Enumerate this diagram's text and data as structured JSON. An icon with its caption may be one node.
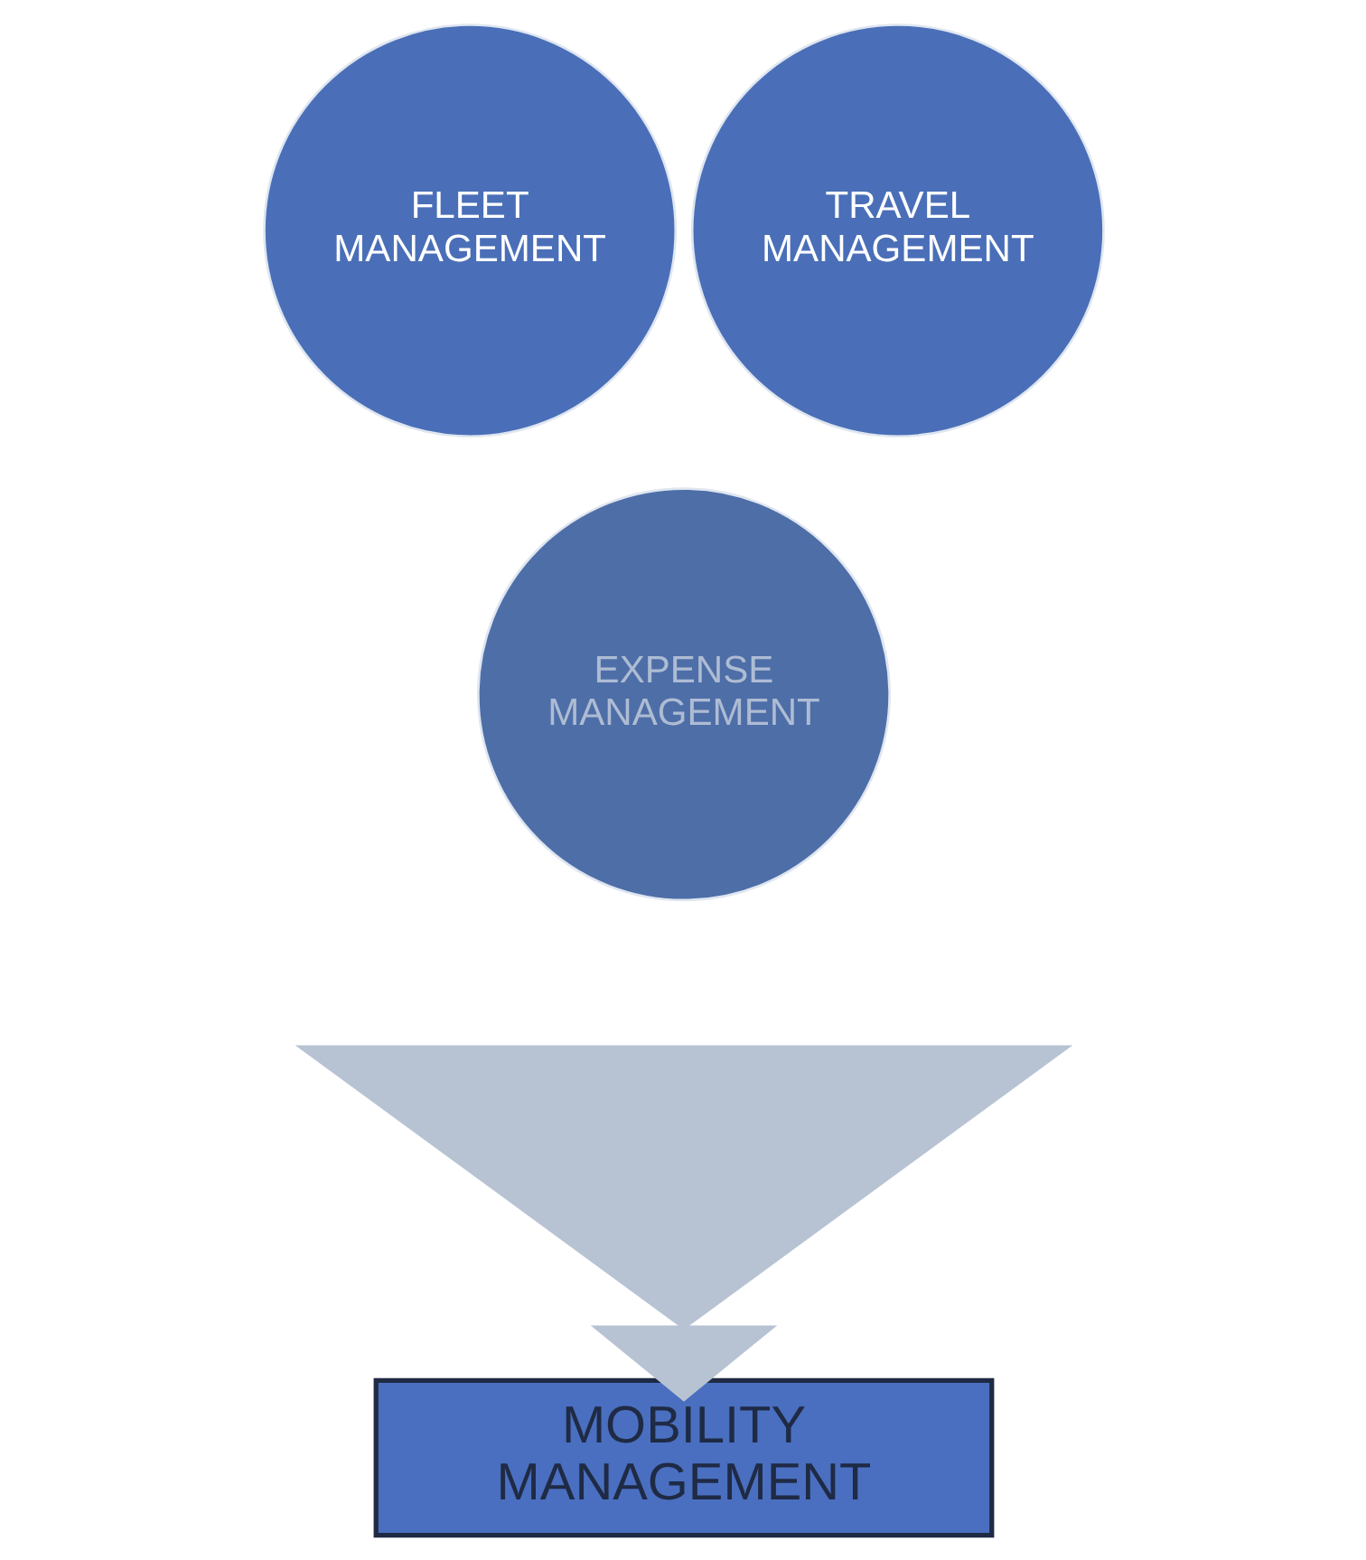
{
  "diagram": {
    "nodes": [
      {
        "text": [
          "FLEET MANAGEMENT"
        ]
      },
      {
        "text": [
          "TRAVEL MANAGEMENT"
        ]
      },
      {
        "text": [
          "EXPENSE MANAGEMENT"
        ]
      },
      {
        "text": [],
        "shape": "funnel"
      },
      {
        "text": [
          "MOBILITY MANAGEMENT"
        ]
      }
    ],
    "edges": [
      {
        "from": 3,
        "to": 4,
        "arrow": "to",
        "style": "thick",
        "color": "#b7c3d3"
      }
    ]
  }
}
